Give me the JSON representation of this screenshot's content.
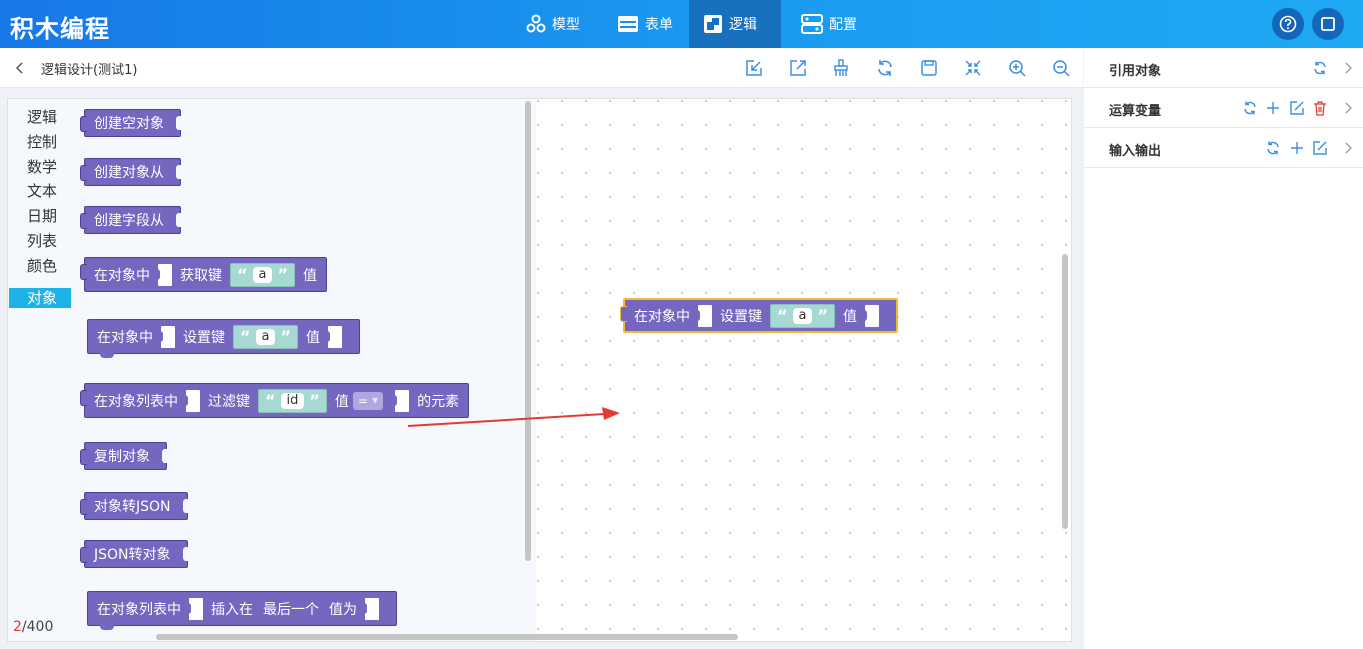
{
  "header": {
    "app_title": "积木编程",
    "tabs": [
      {
        "label": "模型",
        "icon": "model-icon"
      },
      {
        "label": "表单",
        "icon": "form-icon"
      },
      {
        "label": "逻辑",
        "icon": "logic-icon",
        "active": true
      },
      {
        "label": "配置",
        "icon": "config-icon"
      }
    ],
    "right_icons": [
      "help-icon",
      "window-icon"
    ]
  },
  "subbar": {
    "title": "逻辑设计(测试1)",
    "tools": [
      "import-icon",
      "export-icon",
      "clean-icon",
      "refresh-icon",
      "save-icon",
      "collapse-icon",
      "zoom-in-icon",
      "zoom-out-icon"
    ]
  },
  "categories": [
    "逻辑",
    "控制",
    "数学",
    "文本",
    "日期",
    "列表",
    "颜色",
    "对象"
  ],
  "active_category": "对象",
  "blocks": {
    "b1": "创建空对象",
    "b2": "创建对象从",
    "b3": "创建字段从",
    "b4": {
      "t1": "在对象中",
      "t2": "获取键",
      "s": "a",
      "t3": "值"
    },
    "b5": {
      "t1": "在对象中",
      "t2": "设置键",
      "s": "a",
      "t3": "值"
    },
    "b6": {
      "t1": "在对象列表中",
      "t2": "过滤键",
      "s": "id",
      "t3": "值",
      "op": "=",
      "t4": "的元素"
    },
    "b7": "复制对象",
    "b8": "对象转JSON",
    "b9": "JSON转对象",
    "b10": {
      "t1": "在对象列表中",
      "t2": "插入在",
      "t3": "最后一个",
      "t4": "值为"
    }
  },
  "quote_open": "“",
  "quote_close": "”",
  "canvas_block": {
    "t1": "在对象中",
    "t2": "设置键",
    "s": "a",
    "t3": "值"
  },
  "counter": {
    "used": "2",
    "total": "/400"
  },
  "right_panel": [
    {
      "label": "引用对象",
      "icons": [
        "refresh-icon"
      ]
    },
    {
      "label": "运算变量",
      "icons": [
        "refresh-icon",
        "add-icon",
        "edit-icon",
        "delete-icon"
      ]
    },
    {
      "label": "输入输出",
      "icons": [
        "refresh-icon",
        "add-icon",
        "edit-icon"
      ]
    }
  ],
  "colors": {
    "accent": "#1a8fe8",
    "block": "#7566c0",
    "string": "#a6d9d1",
    "active_category": "#1eb3e8",
    "highlight": "#f5b934",
    "arrow": "#e53935"
  }
}
